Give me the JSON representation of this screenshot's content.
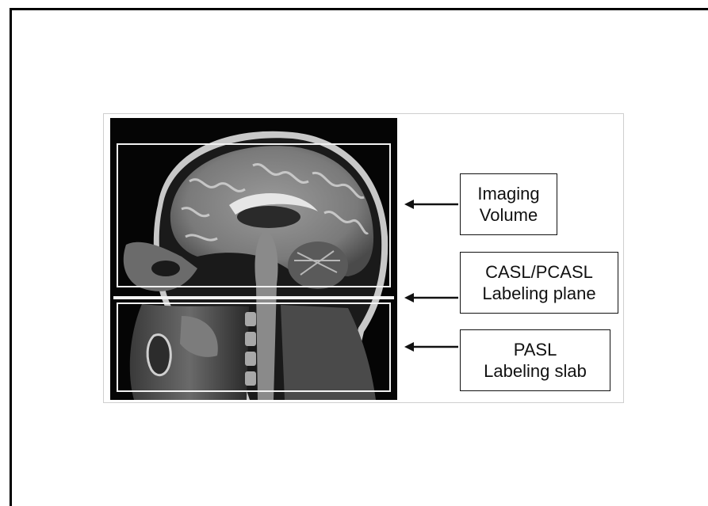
{
  "labels": {
    "imaging_volume": {
      "line1": "Imaging",
      "line2": "Volume"
    },
    "labeling_plane": {
      "line1": "CASL/PCASL",
      "line2": "Labeling plane"
    },
    "labeling_slab": {
      "line1": "PASL",
      "line2": "Labeling slab"
    }
  },
  "colors": {
    "background": "#ffffff",
    "mri_background": "#050505",
    "overlay": "#f2f2f2",
    "text": "#111111"
  }
}
